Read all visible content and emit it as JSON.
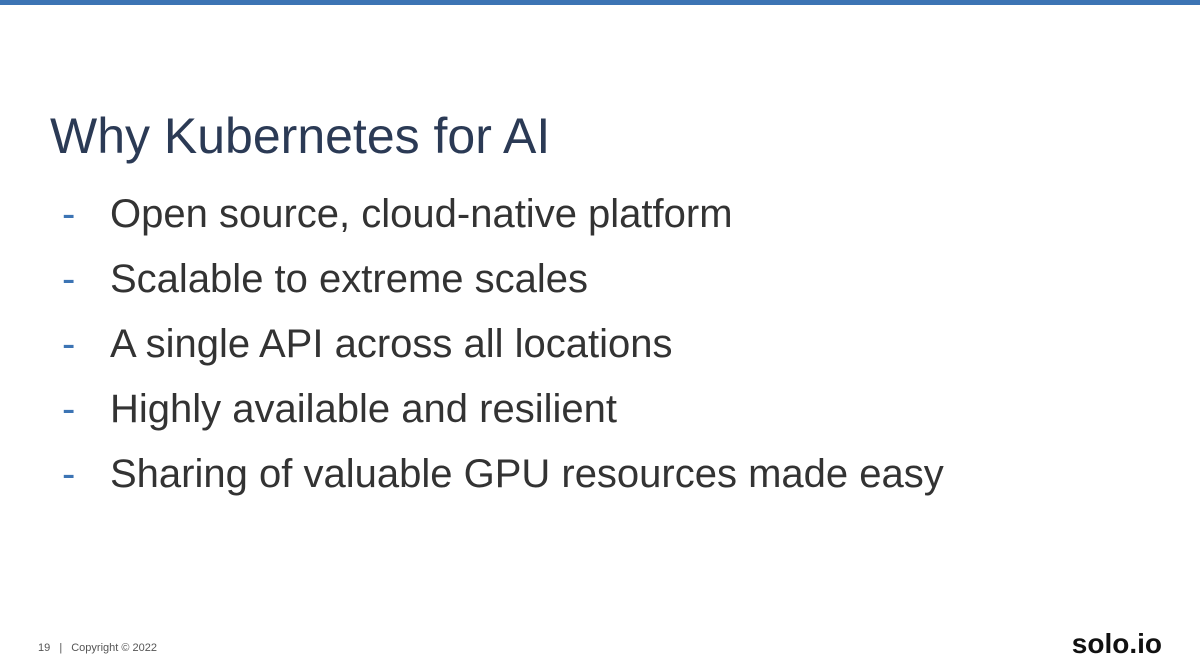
{
  "slide": {
    "title": "Why Kubernetes for AI",
    "bullet_marker": "-",
    "bullets": [
      "Open source, cloud-native platform",
      "Scalable to extreme scales",
      "A single API across all locations",
      "Highly available and resilient",
      "Sharing of valuable GPU resources made easy"
    ]
  },
  "footer": {
    "page_number": "19",
    "separator": "|",
    "copyright": "Copyright © 2022",
    "logo_text": "solo.io"
  },
  "colors": {
    "accent_bar": "#3c74b4",
    "title": "#2b3a55",
    "bullet_text": "#333333",
    "bullet_marker": "#3c74b4"
  }
}
